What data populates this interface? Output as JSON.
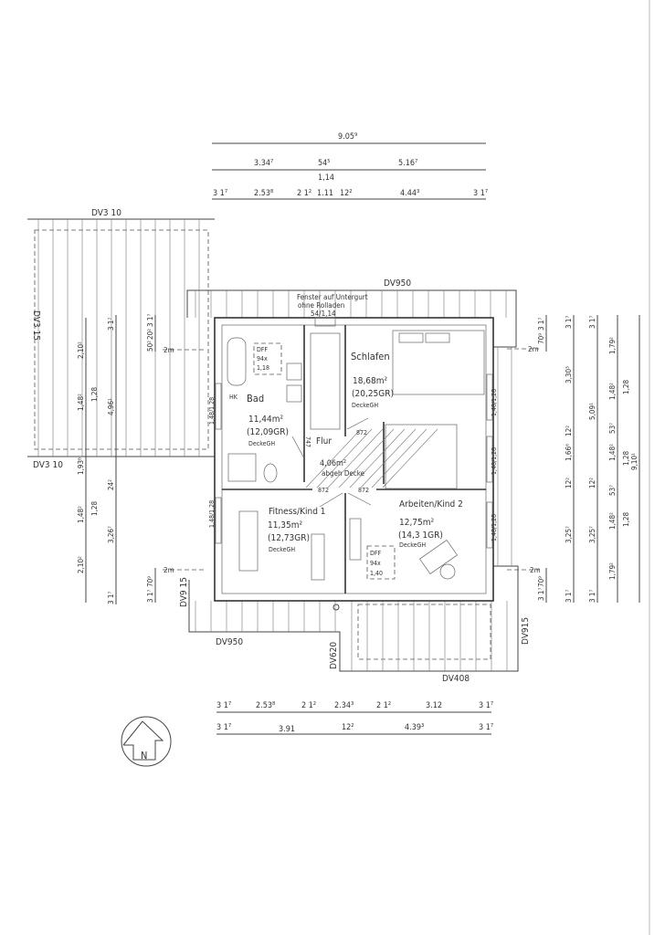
{
  "top_dims": {
    "overall": "9.05⁹",
    "row2": [
      "3.34⁷",
      "54⁵",
      "5.16⁷"
    ],
    "row2_below": "1,14",
    "row3": [
      "3 1⁷",
      "2.53⁸",
      "2 1²",
      "1.11",
      "12²",
      "4.44³",
      "3 1⁷"
    ]
  },
  "bottom_dims": {
    "row1": [
      "3 1⁷",
      "2.53⁸",
      "2 1²",
      "2.34³",
      "2 1²",
      "3.12",
      "3 1⁷"
    ],
    "row2": [
      "3 1⁷",
      "3.91",
      "12²",
      "4.39³",
      "3 1⁷"
    ]
  },
  "roof_labels": {
    "dv310_top": "DV3 10",
    "dv310_left": "DV3 10",
    "dv315": "DV3 15",
    "dv950_top": "DV950",
    "dv950_bottom": "DV950",
    "dv915_left": "DV9 15",
    "dv915_right": "DV915",
    "dv620": "DV620",
    "dv408": "DV408"
  },
  "window_note": [
    "Fenster auf Untergurt",
    "ohne Rolladen",
    "54/1,14"
  ],
  "window_sizes": [
    "1,48/1,28",
    "1,48/1,28",
    "1,48/1,28",
    "1,48/1,28",
    "1,48/1,28"
  ],
  "rooms": {
    "bad": {
      "name": "Bad",
      "area": "11,44m²",
      "gross": "(12,09GR)",
      "ceiling": "DeckeGH",
      "hk": "HK",
      "dff": [
        "DFF",
        "94x",
        "1,18"
      ]
    },
    "schlafen": {
      "name": "Schlafen",
      "area": "18,68m²",
      "gross": "(20,25GR)",
      "ceiling": "DeckeGH"
    },
    "flur": {
      "name": "Flur",
      "area": "4,06m²",
      "ceiling": "abgeh Decke",
      "door_a": "872",
      "door_b": "872",
      "door_c": "872",
      "door_d": "747"
    },
    "fitness": {
      "name": "Fitness/Kind 1",
      "area": "11,35m²",
      "gross": "(12,73GR)",
      "ceiling": "DeckeGH"
    },
    "arbeiten": {
      "name": "Arbeiten/Kind 2",
      "area": "12,75m²",
      "gross": "(14,3 1GR)",
      "ceiling": "DeckeGH",
      "dff": [
        "DFF",
        "94x",
        "1,40"
      ]
    }
  },
  "left_dims": {
    "chain1": [
      "2,10²",
      "1,48²",
      "1,93⁸",
      "1,48²",
      "2,10²"
    ],
    "chain1_sub": [
      "1,28",
      "1,28"
    ],
    "chain2": [
      "3 1⁷",
      "4,96¹",
      "24²",
      "3,26⁷",
      "3 1⁷"
    ],
    "near_top": [
      "50²",
      "20²",
      "3 1⁷",
      "2m"
    ],
    "near_bottom": [
      "3 1⁷",
      "70⁹",
      "2m"
    ]
  },
  "right_dims": {
    "near_top": [
      "3 1⁷",
      "70⁹",
      "2m"
    ],
    "near_bottom": [
      "3 1⁷",
      "70⁹",
      "2m"
    ],
    "chain1": [
      "3 1⁷",
      "3,30³",
      "12²",
      "1,66⁶",
      "12²",
      "3,25⁷",
      "3 1⁷"
    ],
    "chain2": [
      "3 1⁷",
      "5,09¹",
      "12²",
      "3,25⁷",
      "3 1⁷"
    ],
    "chain3": [
      "1,79²",
      "1,48²",
      "53⁷",
      "1,48²",
      "53⁷",
      "1,48²",
      "1,79²"
    ],
    "chain3_sub": [
      "1,28",
      "1,28",
      "1,28"
    ],
    "overall": "9,10¹"
  },
  "compass": {
    "label": "N"
  }
}
